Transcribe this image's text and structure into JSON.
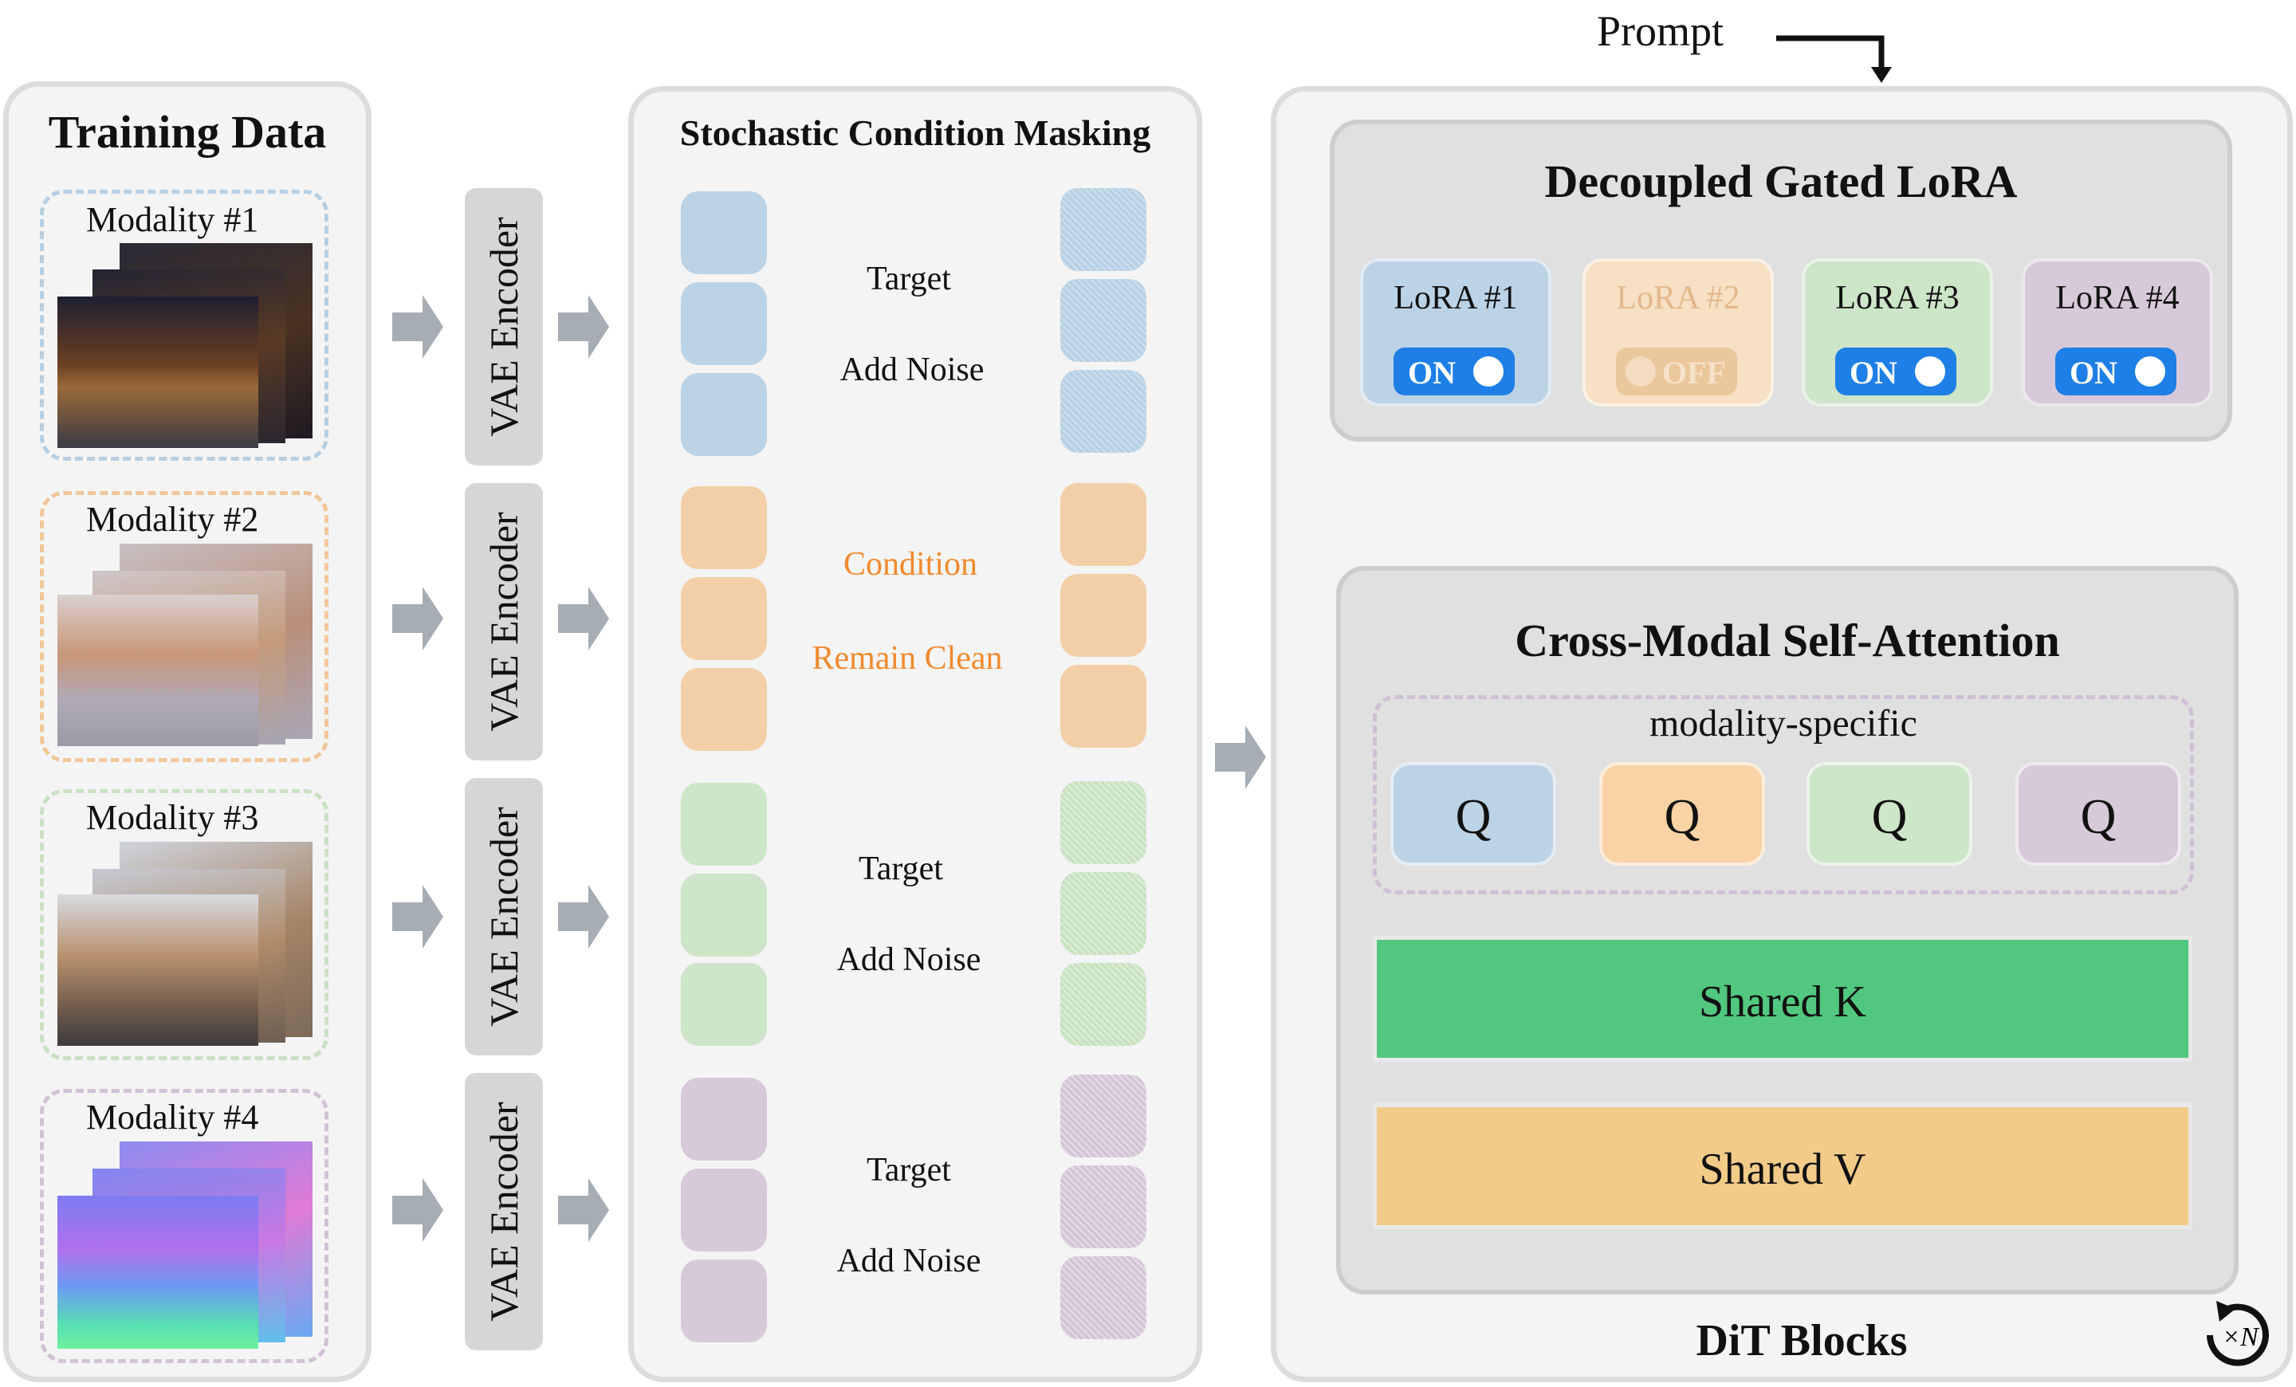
{
  "prompt_label": "Prompt",
  "training": {
    "title": "Training Data",
    "modalities": [
      {
        "label": "Modality #1"
      },
      {
        "label": "Modality #2"
      },
      {
        "label": "Modality #3"
      },
      {
        "label": "Modality #4"
      }
    ],
    "encoder_label": "VAE Encoder"
  },
  "masking": {
    "title": "Stochastic Condition Masking",
    "rows": [
      {
        "top": "Target",
        "bottom": "Add Noise",
        "role": "target"
      },
      {
        "top": "Condition",
        "bottom": "Remain Clean",
        "role": "condition"
      },
      {
        "top": "Target",
        "bottom": "Add Noise",
        "role": "target"
      },
      {
        "top": "Target",
        "bottom": "Add Noise",
        "role": "target"
      }
    ]
  },
  "dit": {
    "footer": "DiT Blocks",
    "repeat_label": "×N",
    "lora": {
      "title": "Decoupled Gated LoRA",
      "items": [
        {
          "label": "LoRA #1",
          "state": "ON"
        },
        {
          "label": "LoRA #2",
          "state": "OFF"
        },
        {
          "label": "LoRA #3",
          "state": "ON"
        },
        {
          "label": "LoRA #4",
          "state": "ON"
        }
      ]
    },
    "attention": {
      "title": "Cross-Modal Self-Attention",
      "group_label": "modality-specific",
      "queries": [
        "Q",
        "Q",
        "Q",
        "Q"
      ],
      "shared_k": "Shared K",
      "shared_v": "Shared V"
    }
  },
  "colors": {
    "blue": "#bcd3e6",
    "orange": "#f2cfa7",
    "green": "#cde5c8",
    "purple": "#d8c9da",
    "accent_orange": "#f08a2e",
    "toggle_blue": "#1e7fe6",
    "shared_k": "#52c77f",
    "shared_v": "#f2cb89",
    "arrow_gray": "#a6adb4"
  }
}
